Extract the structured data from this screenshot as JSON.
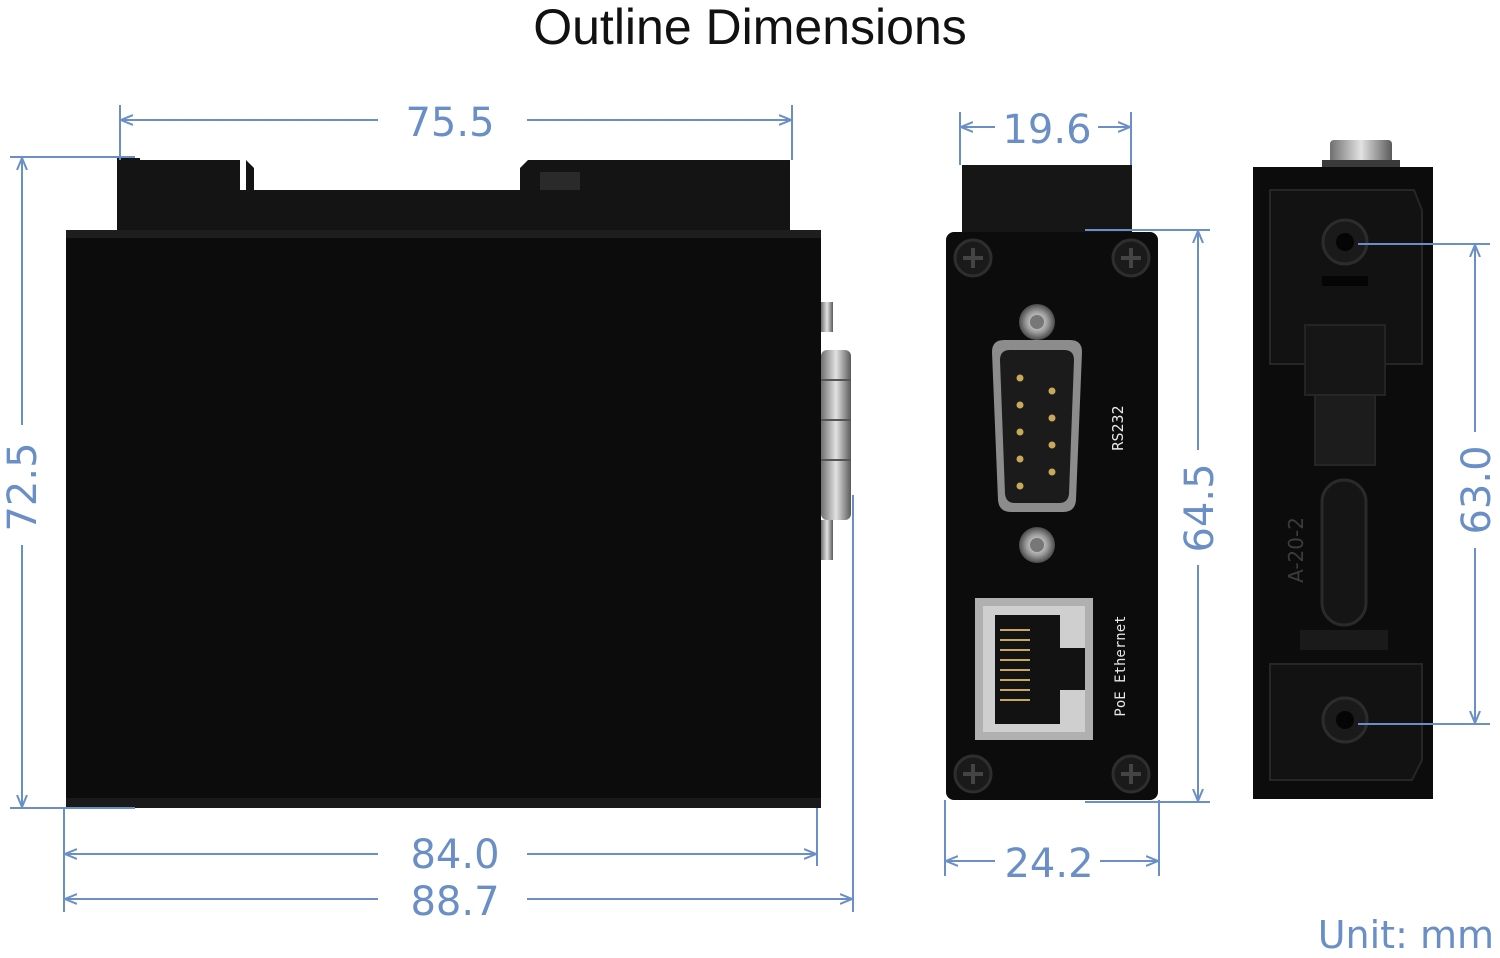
{
  "title": "Outline Dimensions",
  "unit_note": "Unit: mm",
  "colors": {
    "dimension_line": "#6a8fc6",
    "device_body": "#0c0c0c",
    "background": "#ffffff"
  },
  "dimensions": {
    "top_width": "75.5",
    "height": "72.5",
    "width_body": "84.0",
    "width_total": "88.7",
    "front_width_top": "19.6",
    "front_width_bottom": "24.2",
    "front_height": "64.5",
    "rear_hole_spacing": "63.0"
  },
  "labels": {
    "rs232": "RS232",
    "ethernet": "PoE Ethernet",
    "rail_code": "A-20-2"
  }
}
